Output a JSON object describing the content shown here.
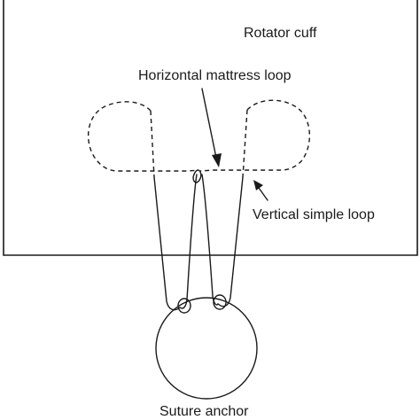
{
  "labels": {
    "rotator_cuff": "Rotator cuff",
    "horizontal_mattress_loop": "Horizontal mattress loop",
    "vertical_simple_loop": "Vertical simple loop",
    "suture_anchor": "Suture anchor"
  }
}
